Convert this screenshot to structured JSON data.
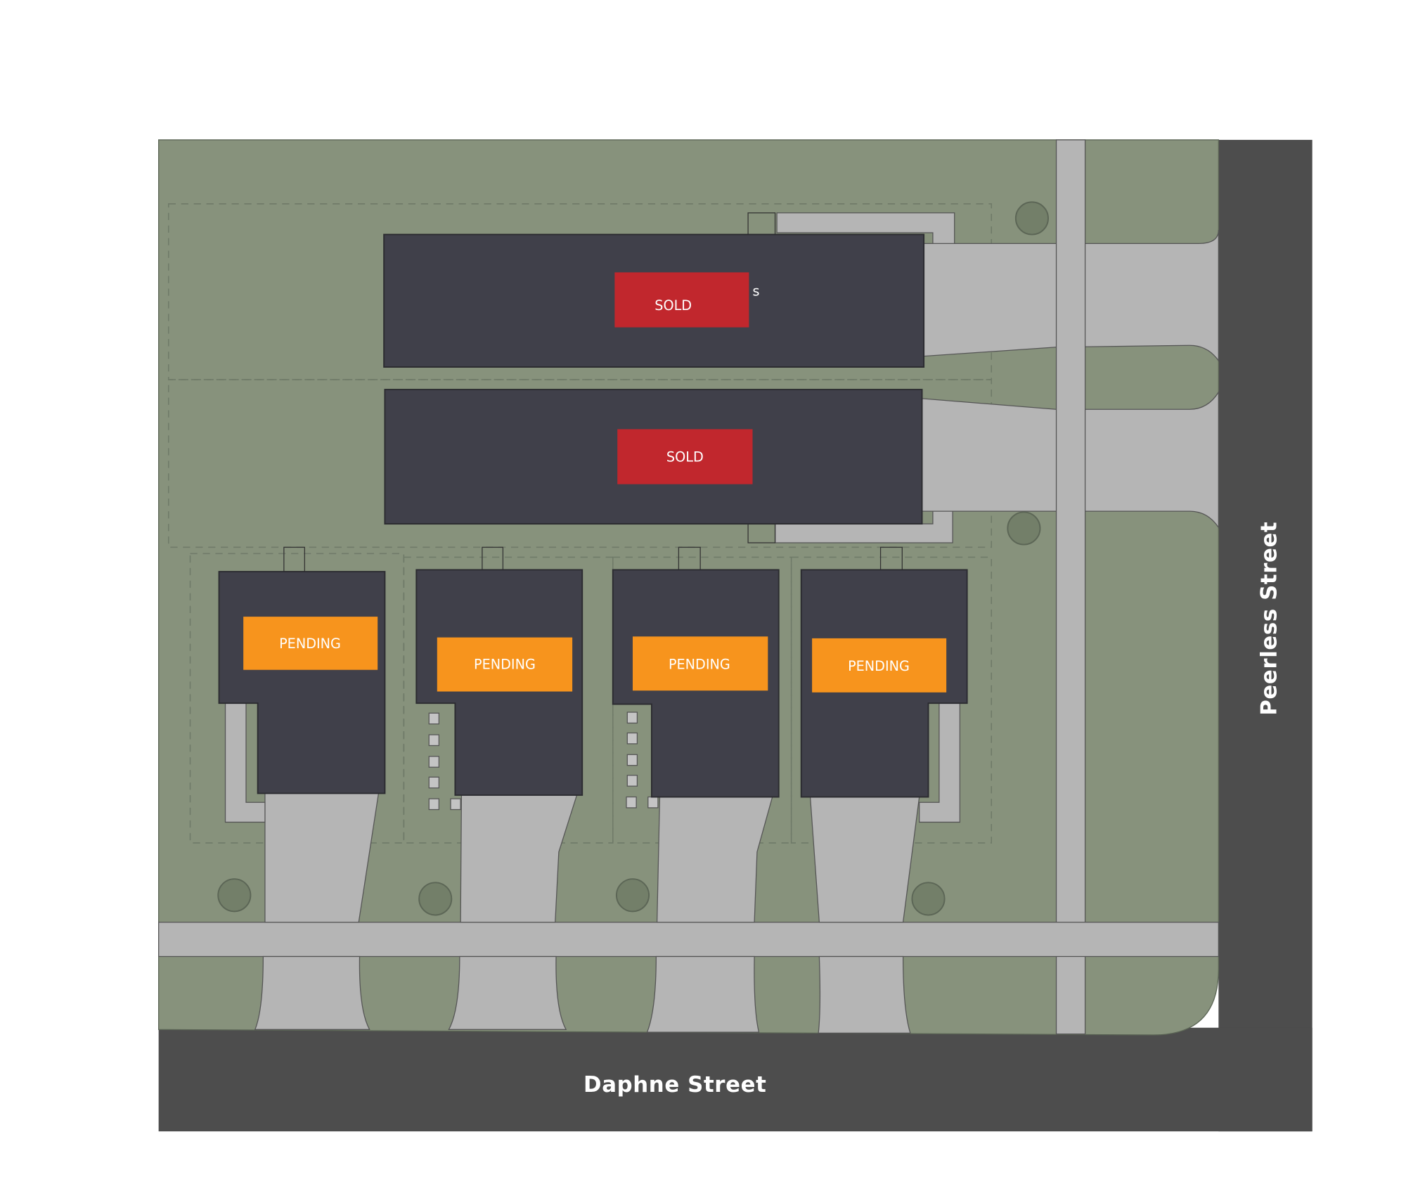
{
  "streets": {
    "bottom": "Daphne Street",
    "right": "Peerless Street"
  },
  "stray_text": "s",
  "lots": [
    {
      "id": "lot-1",
      "status": "SOLD",
      "color": "#c1272d"
    },
    {
      "id": "lot-2",
      "status": "SOLD",
      "color": "#c1272d"
    },
    {
      "id": "lot-3",
      "status": "PENDING",
      "color": "#f7941d"
    },
    {
      "id": "lot-4",
      "status": "PENDING",
      "color": "#f7941d"
    },
    {
      "id": "lot-5",
      "status": "PENDING",
      "color": "#f7941d"
    },
    {
      "id": "lot-6",
      "status": "PENDING",
      "color": "#f7941d"
    }
  ],
  "colors": {
    "grass": "#87927c",
    "road": "#4d4d4d",
    "pavement": "#b5b5b5",
    "building": "#40404a"
  }
}
